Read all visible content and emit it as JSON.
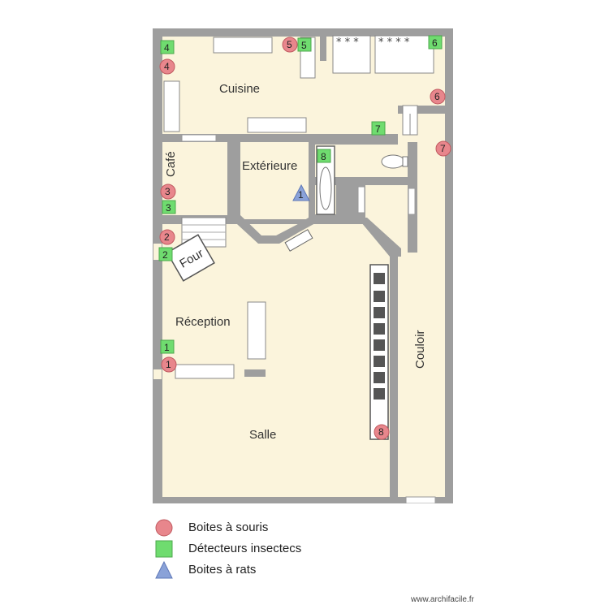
{
  "rooms": {
    "cuisine": "Cuisine",
    "cafe": "Café",
    "exterieure": "Extérieure",
    "reception": "Réception",
    "salle": "Salle",
    "couloir": "Couloir",
    "four": "Four"
  },
  "markers": {
    "mouse": [
      "4",
      "5",
      "6",
      "7",
      "3",
      "2",
      "1",
      "8"
    ],
    "insect": [
      "4",
      "5",
      "6",
      "7",
      "8",
      "3",
      "2",
      "1"
    ],
    "rat": [
      "1"
    ]
  },
  "legend": {
    "mouse": "Boites à souris",
    "insect": "Détecteurs insectecs",
    "rat": "Boites à rats"
  },
  "colors": {
    "wall": "#9e9e9e",
    "floor": "#fbf4dc",
    "mouse": "#e8868c",
    "insect": "#6fdc6f",
    "rat": "#8aa2d8"
  },
  "credit": "www.archifacile.fr"
}
